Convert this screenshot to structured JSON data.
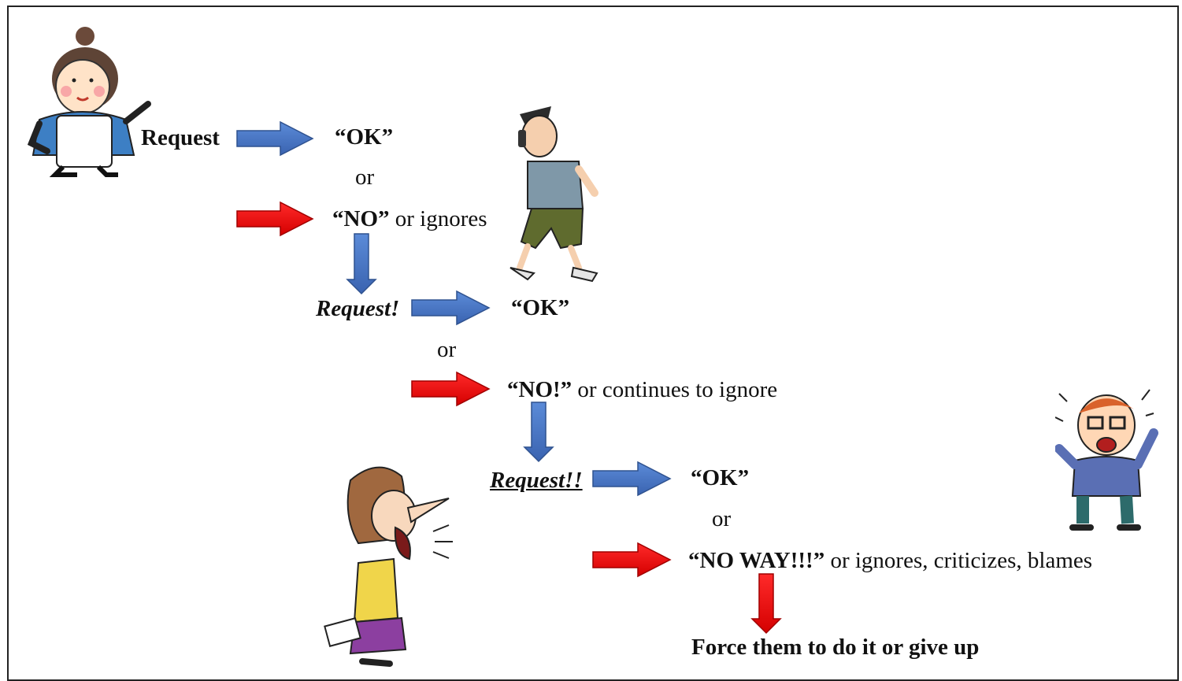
{
  "flow": {
    "step1": {
      "request": "Request",
      "ok": "“OK”",
      "or": "or",
      "no": "“NO”",
      "no_tail": " or ignores"
    },
    "step2": {
      "request": "Request!",
      "ok": "“OK”",
      "or": "or",
      "no": "“NO!”",
      "no_tail": " or continues to ignore"
    },
    "step3": {
      "request": "Request!!",
      "ok": "“OK”",
      "or": "or",
      "no": "“NO WAY!!!”",
      "no_tail": " or ignores, criticizes, blames"
    },
    "outcome": "Force them to do it or give up"
  },
  "colors": {
    "comply_arrow": "#4472c4",
    "refuse_arrow": "#e81123",
    "escalate_arrow": "#4472c4",
    "final_arrow": "#e81123"
  },
  "icons": [
    "calm-mother-figure",
    "walking-teen-on-phone",
    "yelling-woman-figure",
    "angry-boy-figure"
  ]
}
